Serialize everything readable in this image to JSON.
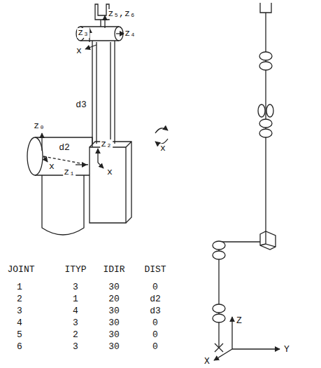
{
  "diagram": {
    "labels": [
      "z₃",
      "z₅,z₆",
      "z₄",
      "x",
      "d3",
      "z₀",
      "d2",
      "z₂",
      "x",
      "z₁",
      "x",
      "x",
      "JOINT",
      "ITYP",
      "IDIR",
      "DIST",
      "1",
      "3",
      "30",
      "0",
      "2",
      "1",
      "20",
      "d2",
      "3",
      "4",
      "30",
      "d3",
      "4",
      "3",
      "30",
      "0",
      "5",
      "2",
      "30",
      "0",
      "6",
      "3",
      "30",
      "0",
      "Z",
      "Y",
      "X"
    ]
  }
}
